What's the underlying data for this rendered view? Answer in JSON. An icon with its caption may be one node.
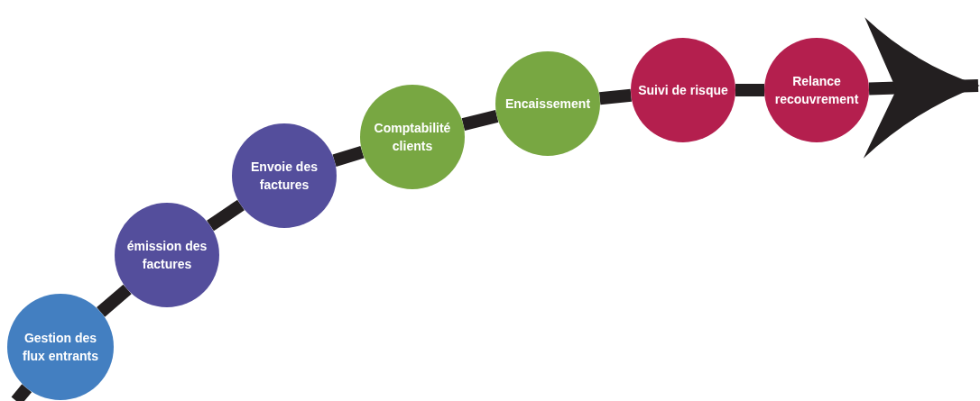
{
  "diagram": {
    "nodes": [
      {
        "text": [
          "Gestion des flux entrants"
        ]
      },
      {
        "text": [
          "émission des factures"
        ]
      },
      {
        "text": [
          "Envoie des factures"
        ]
      },
      {
        "text": [
          "Comptabilité clients"
        ]
      },
      {
        "text": [
          "Encaissement"
        ]
      },
      {
        "text": [
          "Suivi de risque"
        ]
      },
      {
        "text": [
          "Relance recouvrement"
        ]
      }
    ],
    "edges": [
      {
        "from": null,
        "to": 0,
        "arrow": "none"
      },
      {
        "from": 0,
        "to": 1,
        "arrow": "none"
      },
      {
        "from": 1,
        "to": 2,
        "arrow": "none"
      },
      {
        "from": 2,
        "to": 3,
        "arrow": "none"
      },
      {
        "from": 3,
        "to": 4,
        "arrow": "none"
      },
      {
        "from": 4,
        "to": 5,
        "arrow": "none"
      },
      {
        "from": 5,
        "to": 6,
        "arrow": "none"
      },
      {
        "from": 6,
        "to": null,
        "arrow": "to"
      }
    ]
  }
}
